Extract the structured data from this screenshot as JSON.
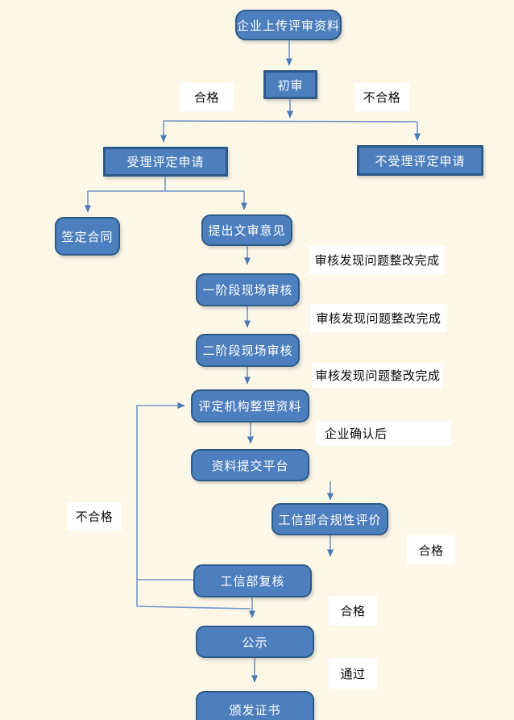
{
  "diagram": {
    "description": "certification-assessment-flowchart",
    "nodes": [
      {
        "id": "upload-materials",
        "label": "企业上传评审资料"
      },
      {
        "id": "first-review",
        "label": "初审"
      },
      {
        "id": "accept-application",
        "label": "受理评定申请"
      },
      {
        "id": "reject-application",
        "label": "不受理评定申请"
      },
      {
        "id": "sign-contract",
        "label": "签定合同"
      },
      {
        "id": "doc-review-opinion",
        "label": "提出文审意见"
      },
      {
        "id": "stage1-onsite-audit",
        "label": "一阶段现场审核"
      },
      {
        "id": "stage2-onsite-audit",
        "label": "二阶段现场审核"
      },
      {
        "id": "agency-organize-materials",
        "label": "评定机构整理资料"
      },
      {
        "id": "submit-to-platform",
        "label": "资料提交平台"
      },
      {
        "id": "miit-compliance-eval",
        "label": "工信部合规性评价"
      },
      {
        "id": "miit-recheck",
        "label": "工信部复核"
      },
      {
        "id": "publicity",
        "label": "公示"
      },
      {
        "id": "issue-certificate",
        "label": "颁发证书"
      }
    ],
    "edge_labels": [
      {
        "id": "pass-1",
        "text": "合格"
      },
      {
        "id": "fail-1",
        "text": "不合格"
      },
      {
        "id": "rectified-1",
        "text": "审核发现问题整改完成"
      },
      {
        "id": "rectified-2",
        "text": "审核发现问题整改完成"
      },
      {
        "id": "rectified-3",
        "text": "审核发现问题整改完成"
      },
      {
        "id": "after-confirm",
        "text": "企业确认后"
      },
      {
        "id": "fail-2",
        "text": "不合格"
      },
      {
        "id": "pass-2",
        "text": "合格"
      },
      {
        "id": "pass-3",
        "text": "合格"
      },
      {
        "id": "approved",
        "text": "通过"
      }
    ],
    "colors": {
      "background": "#fdf7e8",
      "node_fill": "#4d7fbe",
      "node_border": "#2d5a88",
      "node_text": "#ffffff",
      "connector": "#7296c8",
      "arrowhead": "#4a79b5",
      "label_background": "#ffffff",
      "label_text": "#0a0a0a"
    }
  }
}
